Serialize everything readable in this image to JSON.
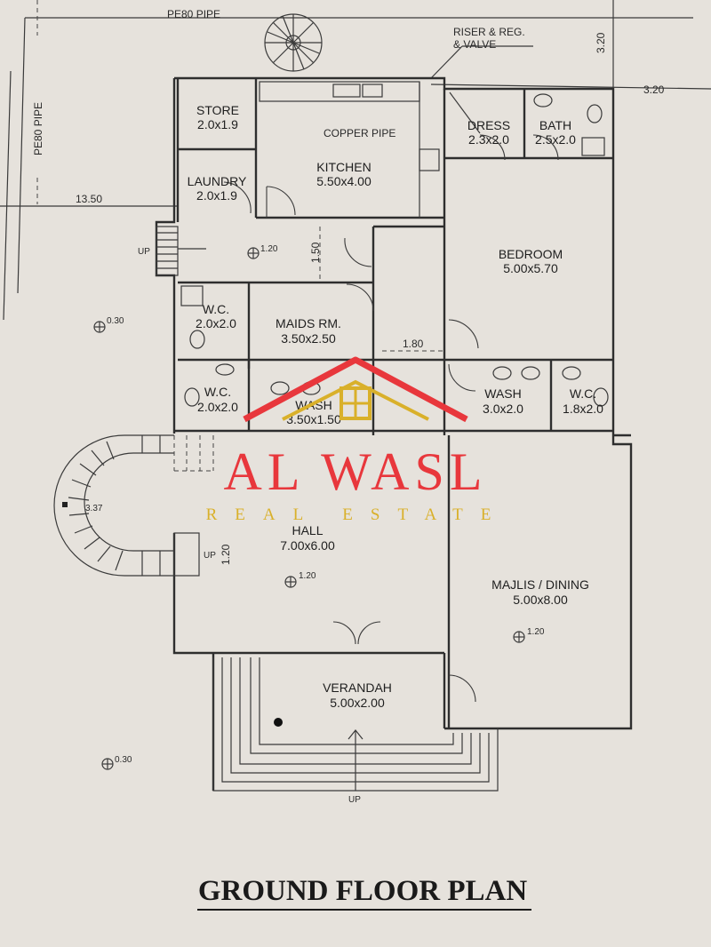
{
  "annotations": {
    "pipe_top": "PE80 PIPE",
    "pipe_left": "PE80 PIPE",
    "riser_line1": "RISER & REG.",
    "riser_line2": "& VALVE",
    "copper_pipe": "COPPER PIPE",
    "dim_13_50": "13.50",
    "dim_3_20_vertical": "3.20",
    "dim_3_20_right": "3.20",
    "dim_1_50": "1.50",
    "dim_1_80": "1.80",
    "dim_1_20_stair": "1.20",
    "up_side": "UP",
    "up_hall": "UP",
    "up_entry": "UP"
  },
  "rooms": {
    "store": {
      "name": "STORE",
      "size": "2.0x1.9"
    },
    "laundry": {
      "name": "LAUNDRY",
      "size": "2.0x1.9"
    },
    "kitchen": {
      "name": "KITCHEN",
      "size": "5.50x4.00"
    },
    "dress": {
      "name": "DRESS",
      "size": "2.3x2.0"
    },
    "bath": {
      "name": "BATH",
      "size": "2.5x2.0"
    },
    "bedroom": {
      "name": "BEDROOM",
      "size": "5.00x5.70"
    },
    "wc_upper": {
      "name": "W.C.",
      "size": "2.0x2.0"
    },
    "maids": {
      "name": "MAIDS RM.",
      "size": "3.50x2.50"
    },
    "wc_lower": {
      "name": "W.C.",
      "size": "2.0x2.0"
    },
    "wash_center": {
      "name": "WASH",
      "size": "3.50x1.50"
    },
    "wash_right": {
      "name": "WASH",
      "size": "3.0x2.0"
    },
    "wc_right": {
      "name": "W.C.",
      "size": "1.8x2.0"
    },
    "hall": {
      "name": "HALL",
      "size": "7.00x6.00"
    },
    "majlis": {
      "name": "MAJLIS / DINING",
      "size": "5.00x8.00"
    },
    "verandah": {
      "name": "VERANDAH",
      "size": "5.00x2.00"
    }
  },
  "levels": {
    "l1": "1.20",
    "l2": "0.30",
    "l3": "1.20",
    "l4": "1.20",
    "l5": "0.30",
    "l6": "3.37"
  },
  "watermark": {
    "brand": "AL WASL",
    "tagline": "REAL ESTATE",
    "roof_color": "#e8373c",
    "accent_color": "#d9b02a"
  },
  "title": "GROUND FLOOR PLAN"
}
